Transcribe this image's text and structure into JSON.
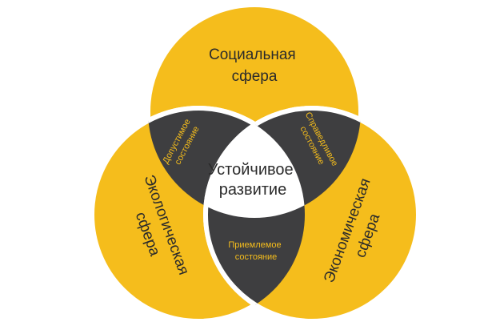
{
  "colors": {
    "circle_fill": "#f5bd1c",
    "overlap_fill": "#3e3e40",
    "center_fill": "#ffffff",
    "outline": "#ffffff",
    "main_text": "#2b2b2b",
    "overlap_text": "#f5bd1c"
  },
  "circles": {
    "social": {
      "line1": "Социальная",
      "line2": "сфера"
    },
    "ecological": {
      "line1": "Экологическая",
      "line2": "сфера"
    },
    "economic": {
      "line1": "Экономическая",
      "line2": "сфера"
    }
  },
  "center": {
    "line1": "Устойчивое",
    "line2": "развитие"
  },
  "overlaps": {
    "social_ecological": {
      "line1": "Допустимое",
      "line2": "состояние"
    },
    "social_economic": {
      "line1": "Справедливое",
      "line2": "состояние"
    },
    "ecological_economic": {
      "line1": "Приемлемое",
      "line2": "состояние"
    }
  }
}
